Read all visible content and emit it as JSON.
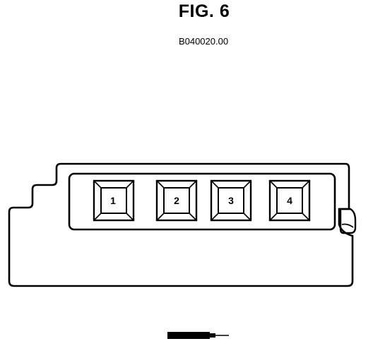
{
  "figure": {
    "title": "FIG. 6",
    "code": "B040020.00"
  },
  "connector": {
    "terminals": [
      {
        "label": "1"
      },
      {
        "label": "2"
      },
      {
        "label": "3"
      },
      {
        "label": "4"
      }
    ]
  },
  "colors": {
    "ink": "#000000",
    "paper": "#ffffff"
  }
}
